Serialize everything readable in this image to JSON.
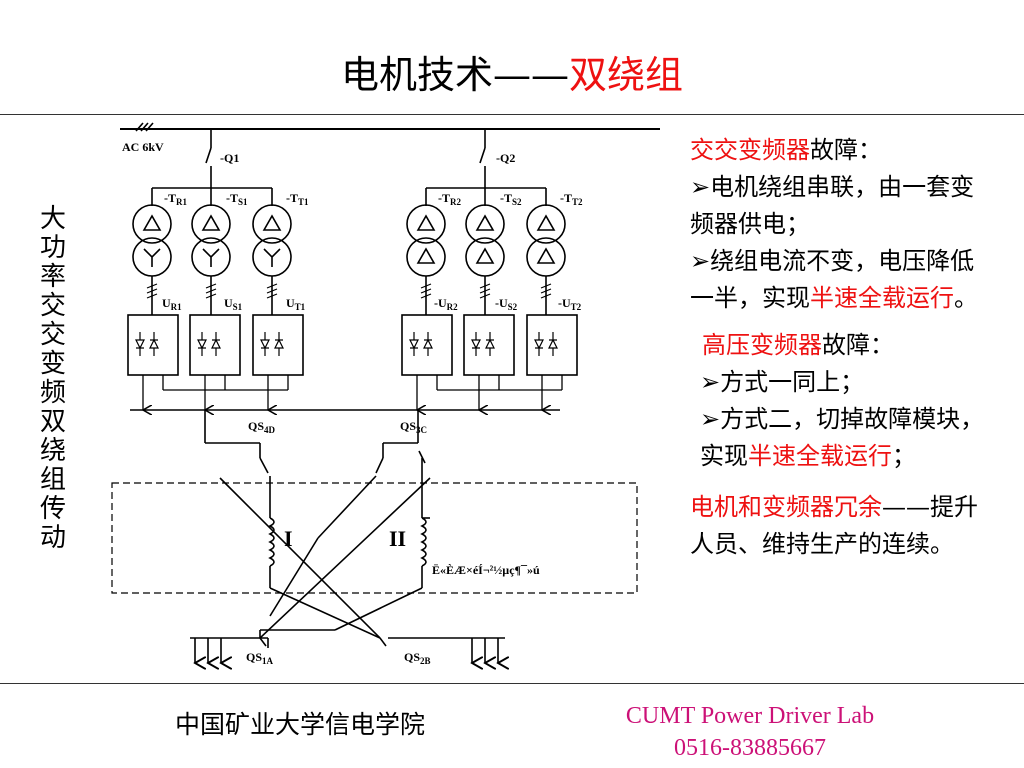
{
  "slide": {
    "title_prefix": "电机技术——",
    "title_highlight": "双绕组",
    "side_label": [
      "大",
      "功",
      "率",
      "交",
      "交",
      "变",
      "频",
      "双",
      "绕",
      "组",
      "传",
      "动"
    ]
  },
  "diagram": {
    "supply_label": "AC 6kV",
    "breaker_1": "-Q1",
    "breaker_2": "-Q2",
    "transformers": [
      {
        "prefix": "-T",
        "sub": "R1"
      },
      {
        "prefix": "-T",
        "sub": "S1"
      },
      {
        "prefix": "-T",
        "sub": "T1"
      },
      {
        "prefix": "-T",
        "sub": "R2"
      },
      {
        "prefix": "-T",
        "sub": "S2"
      },
      {
        "prefix": "-T",
        "sub": "T2"
      }
    ],
    "voltages": [
      {
        "prefix": "U",
        "sub": "R1"
      },
      {
        "prefix": "U",
        "sub": "S1"
      },
      {
        "prefix": "U",
        "sub": "T1"
      },
      {
        "prefix": "-U",
        "sub": "R2"
      },
      {
        "prefix": "-U",
        "sub": "S2"
      },
      {
        "prefix": "-U",
        "sub": "T2"
      }
    ],
    "switches": [
      {
        "prefix": "QS",
        "sub": "4D"
      },
      {
        "prefix": "QS",
        "sub": "3C"
      },
      {
        "prefix": "QS",
        "sub": "1A"
      },
      {
        "prefix": "QS",
        "sub": "2B"
      }
    ],
    "winding_1": "I",
    "winding_2": "II",
    "garbled_label": "Ë«ÈÆ×éÍ¬²½µç¶¯»ú"
  },
  "notes": {
    "s1_title_red": "交交变频器",
    "s1_title_black": "故障：",
    "s1_b1": "电机绕组串联，由一套变频器供电；",
    "s1_b2_black": "绕组电流不变，电压降低一半，实现",
    "s1_b2_red": "半速全载运行",
    "s1_b2_end": "。",
    "s2_title_red": "高压变频器",
    "s2_title_black": "故障：",
    "s2_b1": "方式一同上；",
    "s2_b2_black": "方式二，切掉故障模块，实现",
    "s2_b2_red": "半速全载运行",
    "s2_b2_end": "；",
    "s3_red": "电机和变频器冗余",
    "s3_black": "——提升人员、维持生产的连续。",
    "bullet": "➢"
  },
  "footer": {
    "school": "中国矿业大学信电学院",
    "lab": "CUMT Power Driver Lab",
    "phone": "0516-83885667"
  },
  "colors": {
    "highlight": "#ee1111",
    "lab_text": "#cc1177"
  }
}
